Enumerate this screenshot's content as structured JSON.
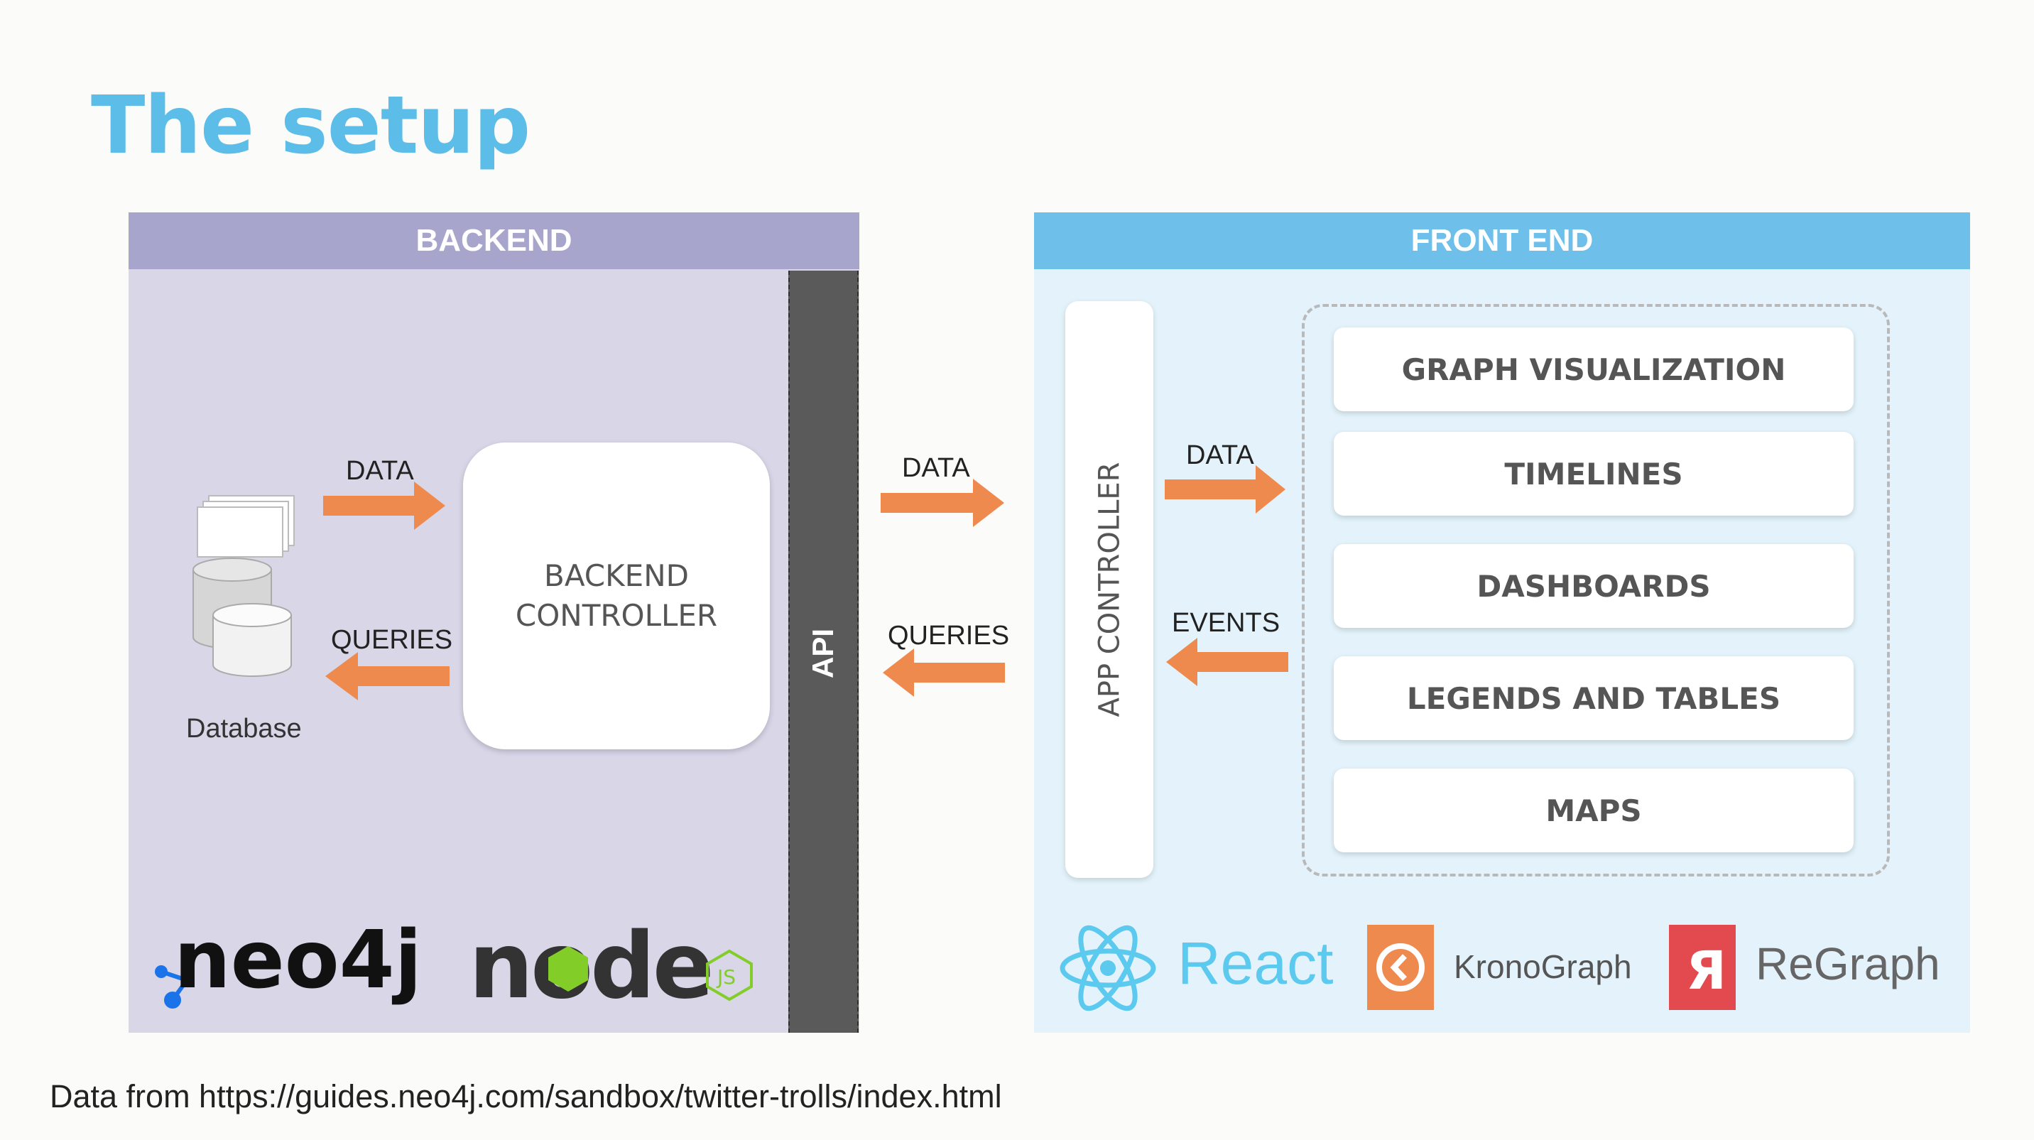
{
  "slide": {
    "title": "The setup",
    "footer": "Data from https://guides.neo4j.com/sandbox/twitter-trolls/index.html"
  },
  "backend": {
    "header": "BACKEND",
    "controller": "BACKEND\nCONTROLLER",
    "api": "API",
    "database": "Database",
    "data_label": "DATA",
    "queries_label": "QUERIES",
    "logos": [
      "neo4j",
      "node"
    ]
  },
  "link": {
    "data_label": "DATA",
    "queries_label": "QUERIES"
  },
  "frontend": {
    "header": "FRONT END",
    "app_controller": "APP CONTROLLER",
    "data_label": "DATA",
    "events_label": "EVENTS",
    "modules": [
      "GRAPH VISUALIZATION",
      "TIMELINES",
      "DASHBOARDS",
      "LEGENDS AND TABLES",
      "MAPS"
    ],
    "logos": {
      "react": "React",
      "kronograph": "KronoGraph",
      "regraph": "ReGraph"
    }
  },
  "colors": {
    "title": "#5bbde8",
    "backend_header": "#a8a5cd",
    "backend_bg": "#d8d6e7",
    "frontend_header": "#6ec0ea",
    "frontend_bg": "#e4f3fb",
    "arrow": "#ef8a4e",
    "api_bar": "#5a5a5a"
  }
}
